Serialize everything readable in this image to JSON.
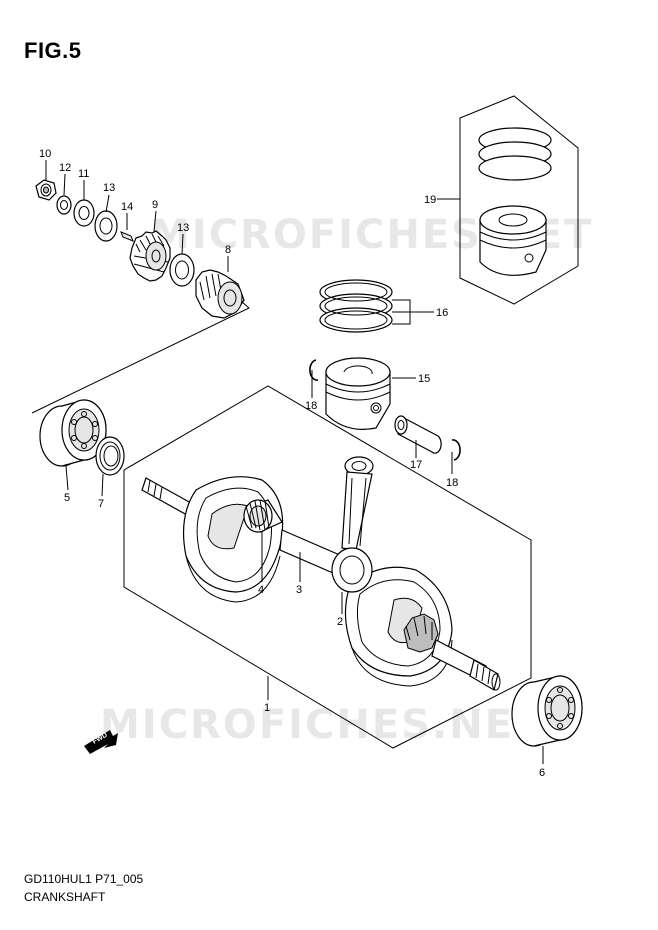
{
  "figure": {
    "title": "FIG.5"
  },
  "watermark": {
    "text": "MICROFICHES.NET"
  },
  "forward_arrow": {
    "label": "FWD"
  },
  "footer": {
    "code": "GD110HUL1 P71_005",
    "name": "CRANKSHAFT"
  },
  "callouts": {
    "c1": "1",
    "c2": "2",
    "c3": "3",
    "c4": "4",
    "c5": "5",
    "c6": "6",
    "c7": "7",
    "c8": "8",
    "c9": "9",
    "c10": "10",
    "c11": "11",
    "c12": "12",
    "c13a": "13",
    "c13b": "13",
    "c14": "14",
    "c15": "15",
    "c16": "16",
    "c17": "17",
    "c18a": "18",
    "c18b": "18",
    "c19": "19"
  }
}
